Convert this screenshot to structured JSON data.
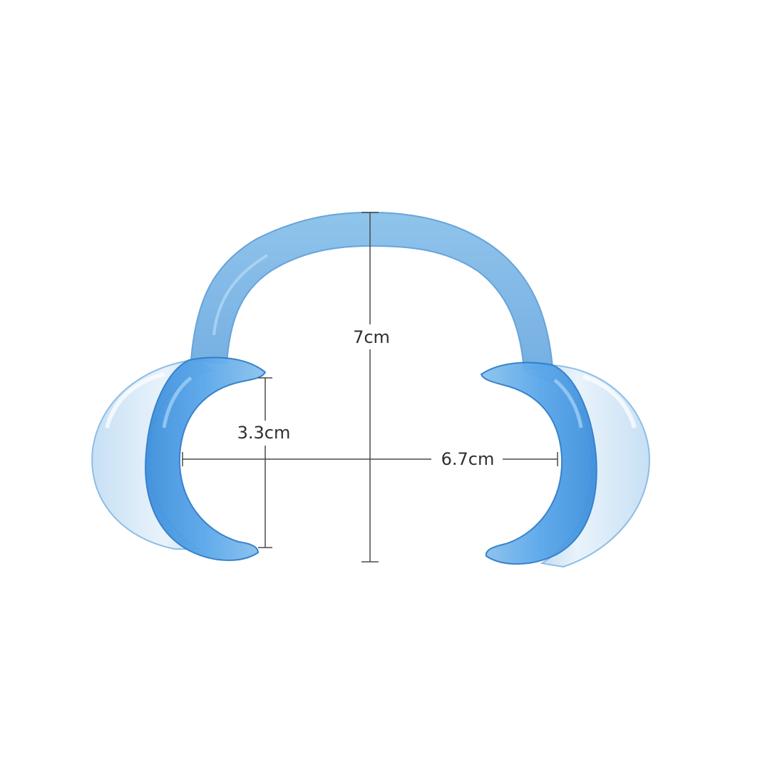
{
  "product": {
    "name": "cheek-retractor",
    "colors": {
      "body": "#6fb0e6",
      "body_dark": "#3f8fd6",
      "flange": "#d9ebf8",
      "background": "#ffffff",
      "dimension_line": "#4a4a4a"
    }
  },
  "dimensions": {
    "height": "7cm",
    "lip_height": "3.3cm",
    "opening_width": "6.7cm"
  }
}
